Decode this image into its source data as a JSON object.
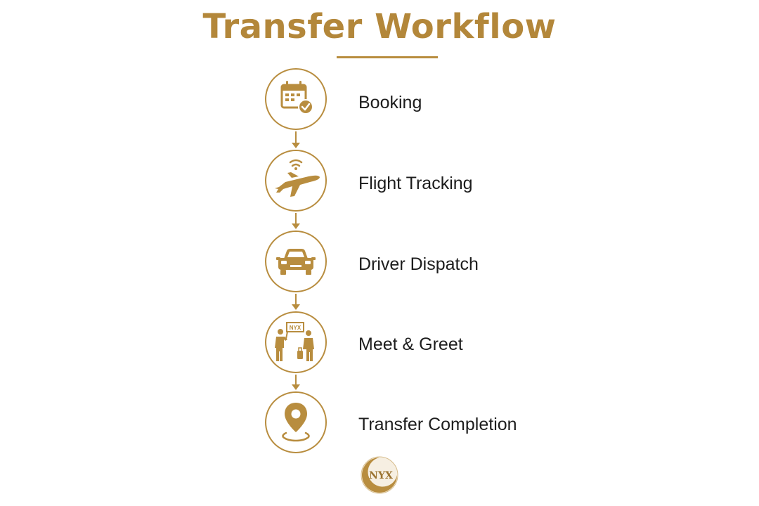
{
  "title": "Transfer Workflow",
  "steps": [
    {
      "label": "Booking",
      "icon": "calendar-check-icon"
    },
    {
      "label": "Flight Tracking",
      "icon": "airplane-wifi-icon"
    },
    {
      "label": "Driver Dispatch",
      "icon": "car-icon"
    },
    {
      "label": "Meet & Greet",
      "icon": "meet-greet-icon",
      "sign_text": "NYX"
    },
    {
      "label": "Transfer Completion",
      "icon": "location-pin-icon"
    }
  ],
  "logo": {
    "text": "NYX"
  },
  "colors": {
    "accent": "#b88d3f",
    "title": "#b3873a",
    "text": "#1d1d1d"
  }
}
